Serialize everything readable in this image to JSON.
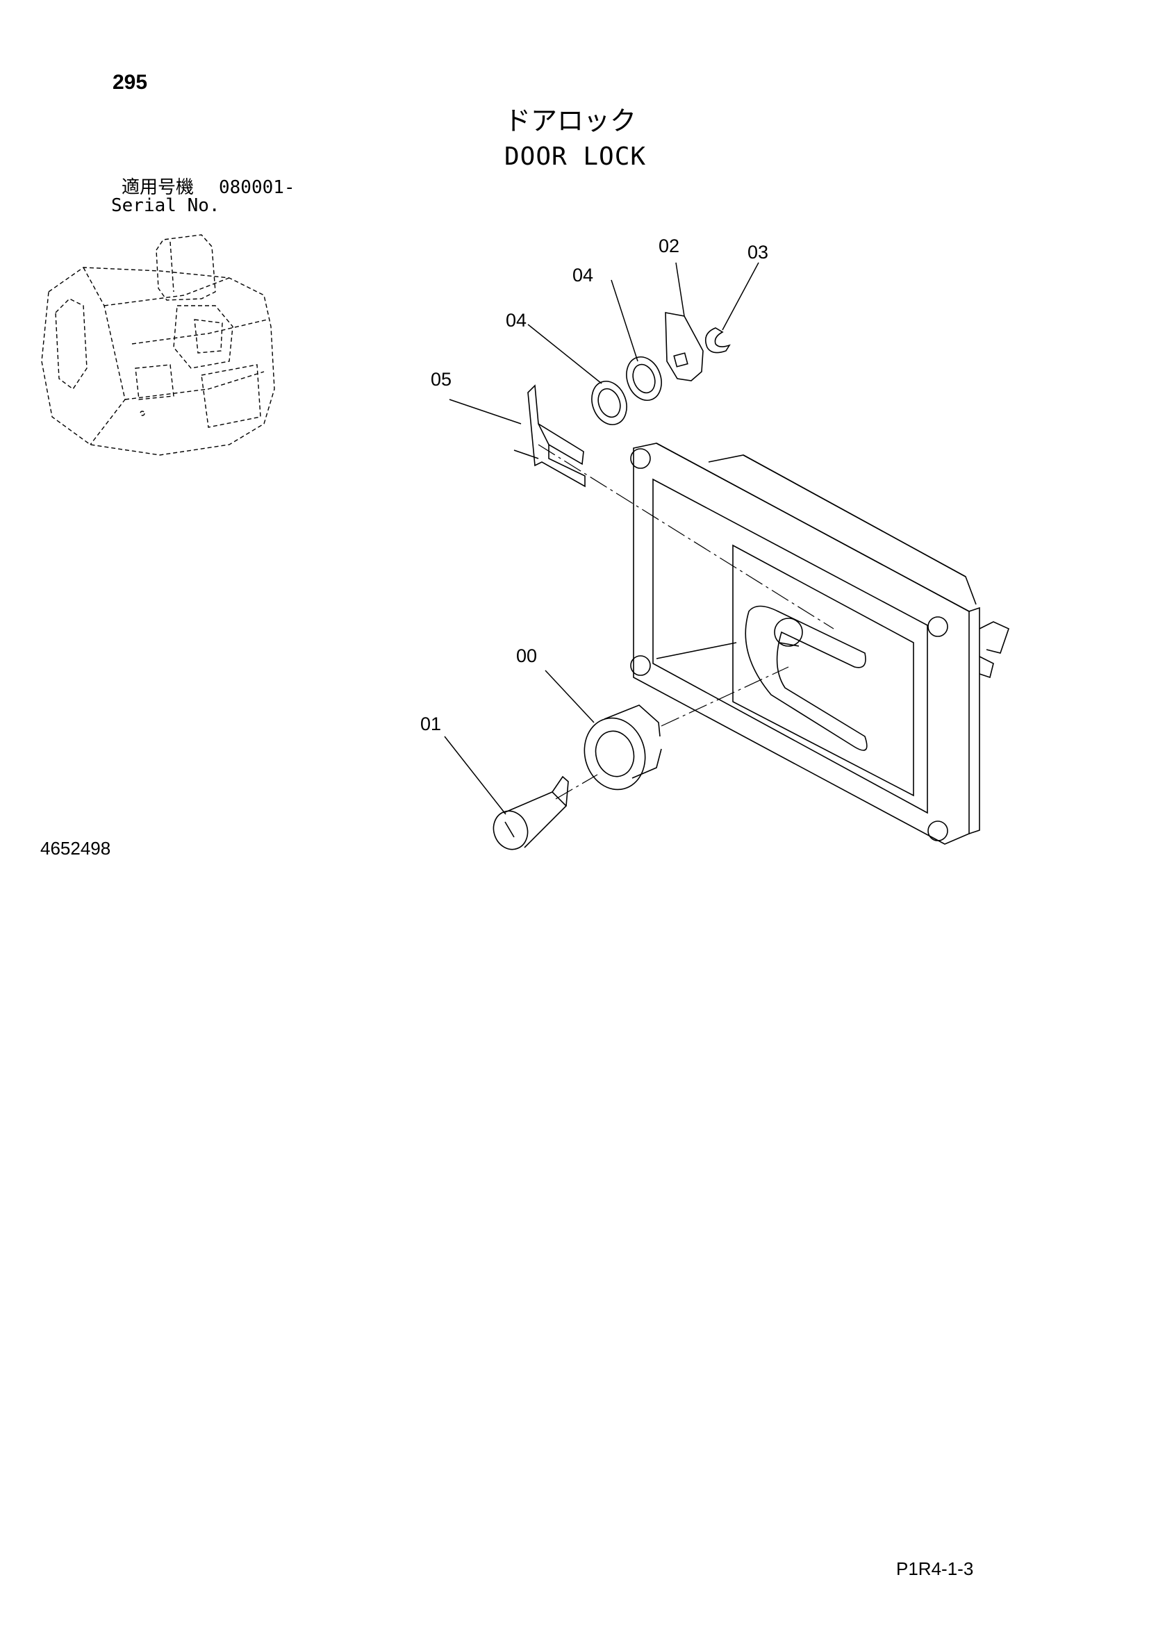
{
  "header": {
    "page_number": "295",
    "title_jp": "ドアロック",
    "title_en": "DOOR LOCK"
  },
  "serial": {
    "label_jp": "適用号機",
    "range": "080001-",
    "label_en": "Serial No."
  },
  "diagram": {
    "callouts": [
      {
        "id": "c00",
        "label": "00"
      },
      {
        "id": "c01",
        "label": "01"
      },
      {
        "id": "c02",
        "label": "02"
      },
      {
        "id": "c03",
        "label": "03"
      },
      {
        "id": "c04a",
        "label": "04"
      },
      {
        "id": "c04b",
        "label": "04"
      },
      {
        "id": "c05",
        "label": "05"
      }
    ]
  },
  "footer": {
    "drawing_number": "4652498",
    "page_code": "P1R4-1-3"
  }
}
